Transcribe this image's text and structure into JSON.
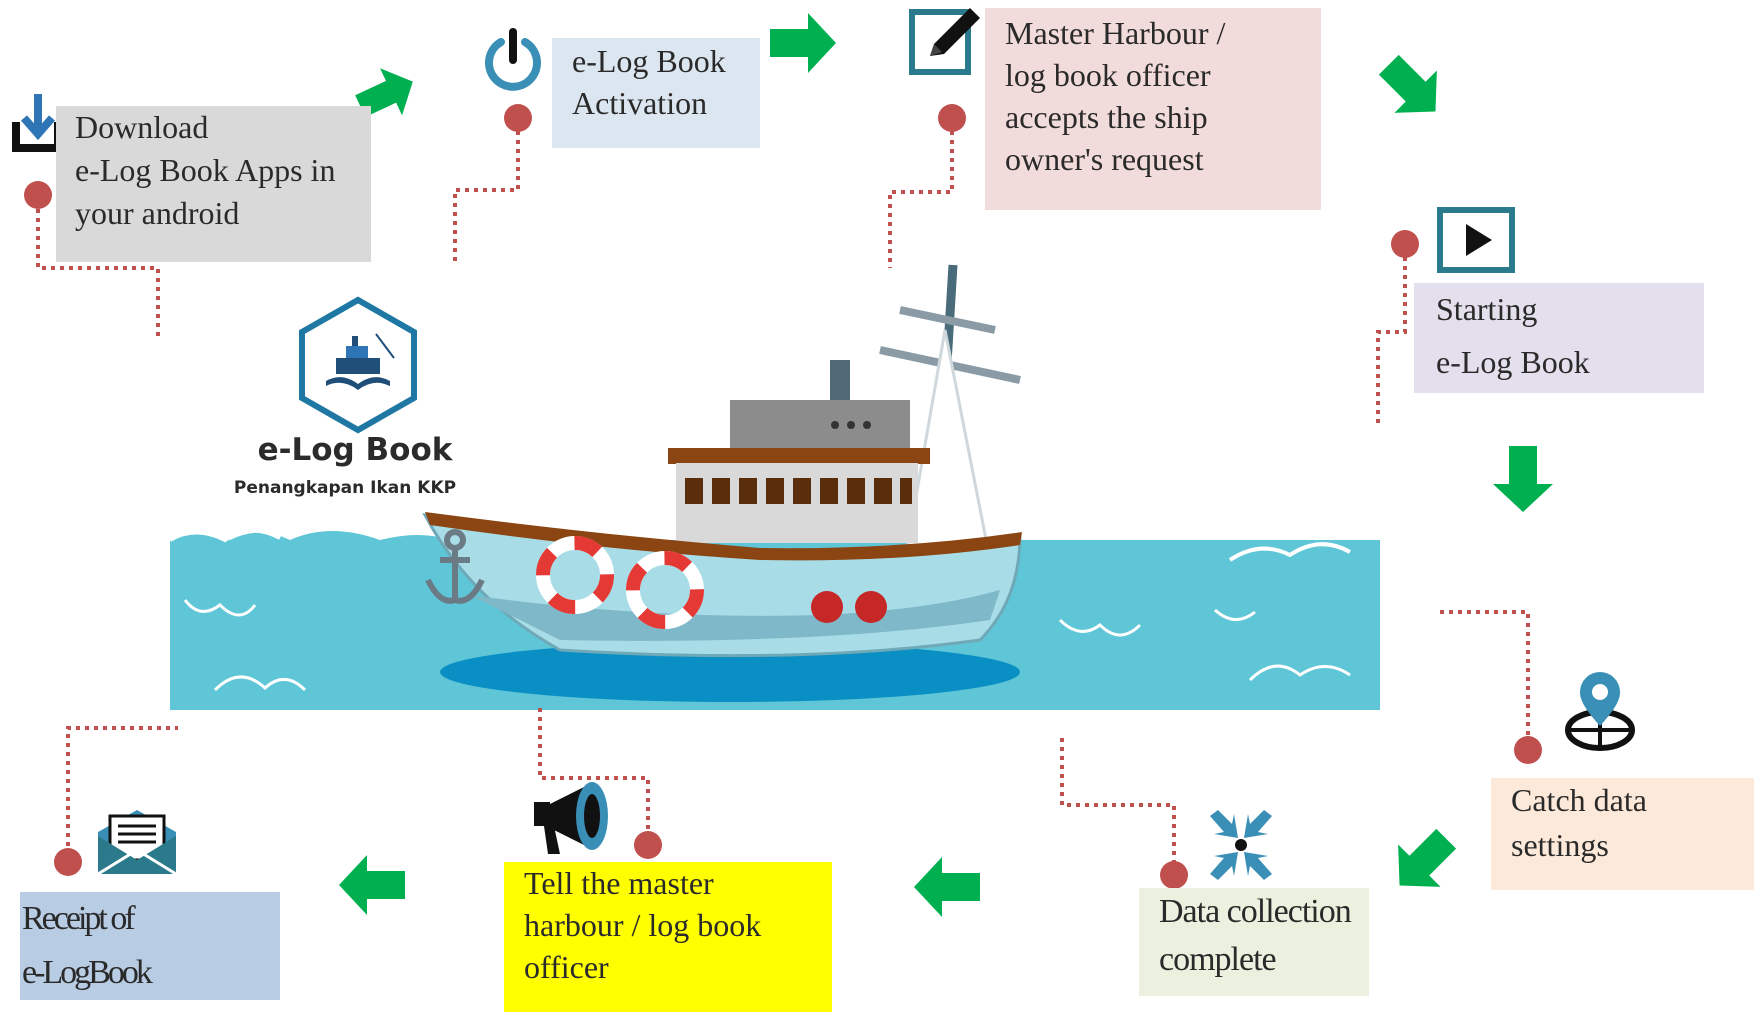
{
  "steps": {
    "download": {
      "lines": [
        "Download",
        "e-Log Book Apps in",
        "your android"
      ],
      "color": "#d9d9d9"
    },
    "activation": {
      "lines": [
        "e-Log Book",
        "Activation"
      ],
      "color": "#dce6f0"
    },
    "master_accepts": {
      "lines": [
        "Master Harbour /",
        "log book officer",
        "accepts the ship",
        "owner's request"
      ],
      "color": "#f2dcdb"
    },
    "starting": {
      "lines": [
        "Starting",
        "e-Log Book"
      ],
      "color": "#e4dfec"
    },
    "catch_settings": {
      "lines": [
        "Catch data",
        "settings"
      ],
      "color": "#fde9d9"
    },
    "data_complete": {
      "lines": [
        "Data collection",
        "complete"
      ],
      "color": "#ebf1de"
    },
    "tell_master": {
      "lines": [
        "Tell the master",
        "harbour / log book",
        "officer"
      ],
      "color": "#ffff00"
    },
    "receipt": {
      "lines": [
        "Receipt of",
        "e-LogBook"
      ],
      "color": "#b8cce4"
    }
  },
  "logo": {
    "title": "e-Log Book",
    "subtitle": "Penangkapan Ikan KKP"
  },
  "icons": {
    "download": "download-icon",
    "activation": "power-icon",
    "master_accepts": "edit-icon",
    "starting": "play-icon",
    "catch_settings": "location-pin-icon",
    "data_complete": "compress-icon",
    "tell_master": "megaphone-icon",
    "receipt": "envelope-icon"
  },
  "colors": {
    "arrow": "#00b050",
    "connector": "#c0504d",
    "sea": "#5ec6d6",
    "hull": "#a8dde8",
    "deck_brown": "#8b4513"
  }
}
